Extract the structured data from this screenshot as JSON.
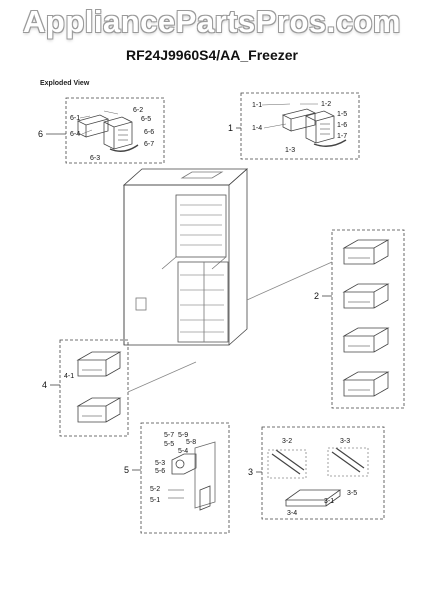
{
  "watermark": "AppliancePartsPros.com",
  "title": "RF24J9960S4/AA_Freezer",
  "view_label": "Exploded View",
  "callouts": {
    "g6": [
      "6",
      "6-1",
      "6-2",
      "6-3",
      "6-4",
      "6-5",
      "6-6",
      "6-7"
    ],
    "g1": [
      "1",
      "1-1",
      "1-2",
      "1-3",
      "1-4",
      "1-5",
      "1-6",
      "1-7"
    ],
    "g2": [
      "2"
    ],
    "g4": [
      "4",
      "4-1"
    ],
    "g5": [
      "5",
      "5-1",
      "5-2",
      "5-3",
      "5-4",
      "5-5",
      "5-6",
      "5-7",
      "5-8",
      "5-9"
    ],
    "g3": [
      "3",
      "3-1",
      "3-2",
      "3-3",
      "3-4",
      "3-5"
    ]
  }
}
